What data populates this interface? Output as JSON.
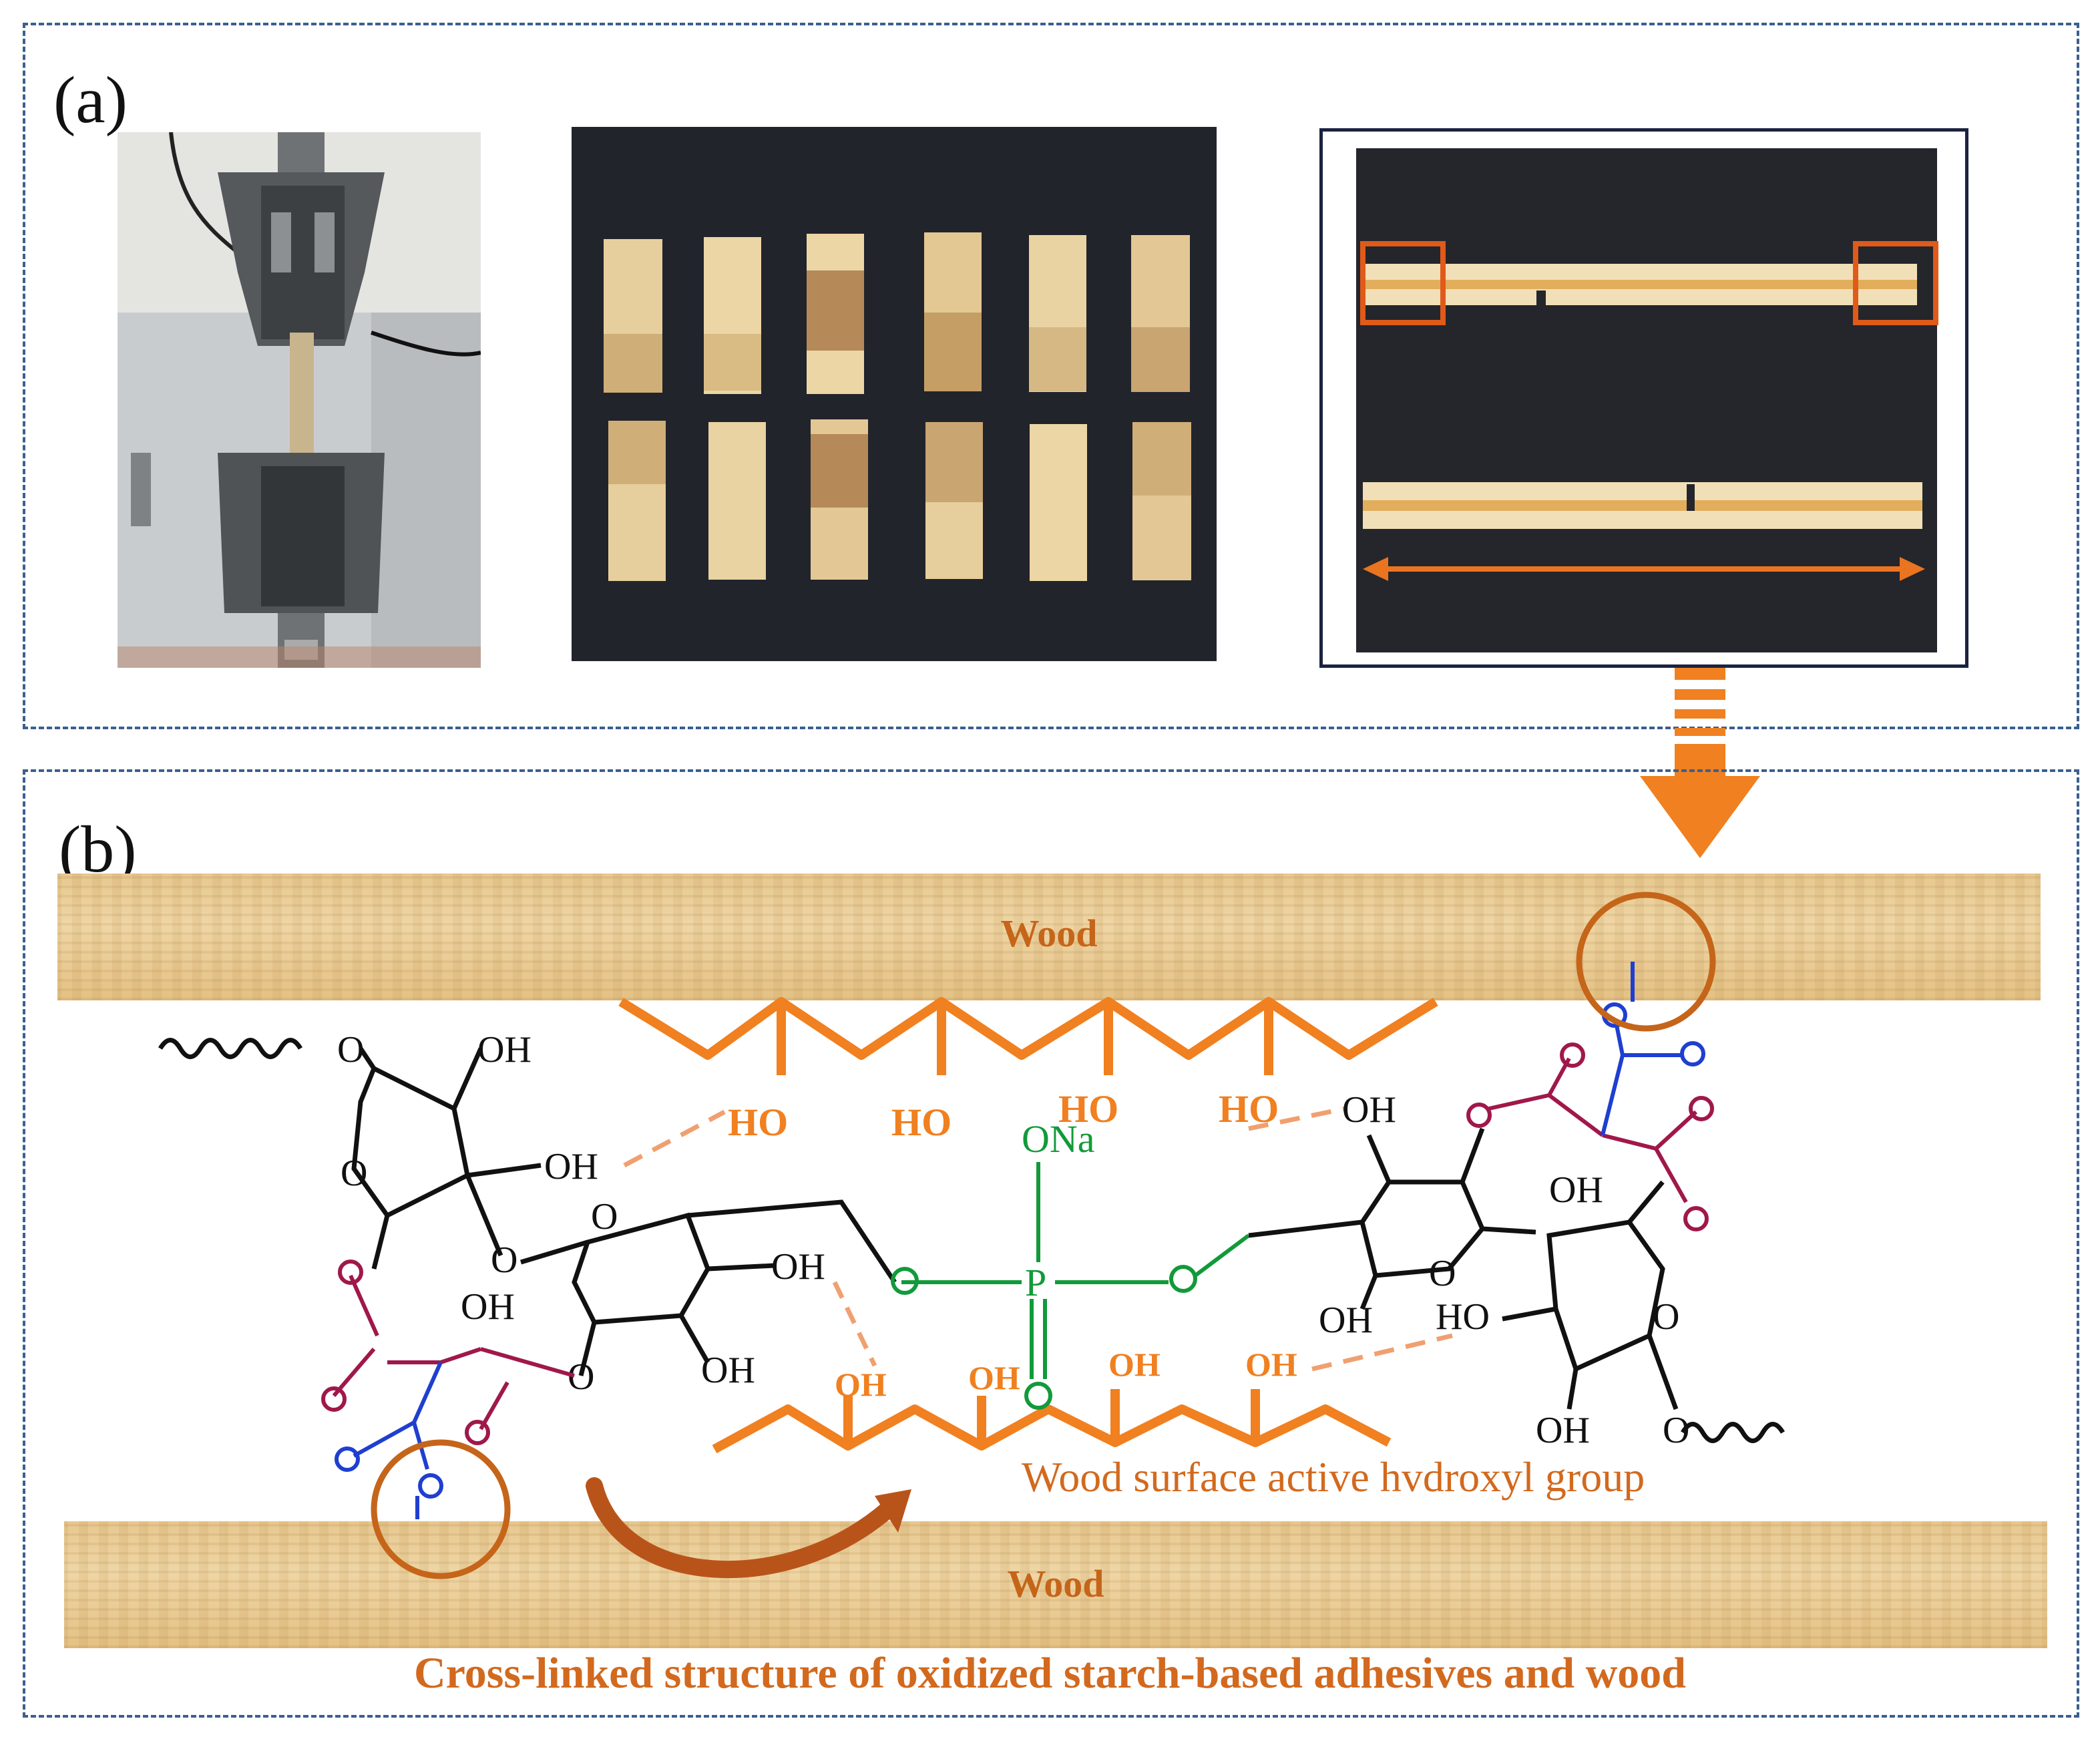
{
  "panel_a": {
    "label": "(a)",
    "photos": [
      {
        "subject": "universal-testing-machine-grips"
      },
      {
        "subject": "twelve-sheared-plywood-specimens"
      },
      {
        "subject": "three-layer-lap-shear-specimens"
      }
    ]
  },
  "panel_b": {
    "label": "(b)",
    "wood_top": "Wood",
    "wood_bottom": "Wood",
    "surface_label": "Wood surface active hvdroxyl group",
    "caption": "Cross-linked structure of oxidized starch-based adhesives and wood",
    "chem_labels": {
      "oh": "OH",
      "ho": "HO",
      "o": "O",
      "p": "P",
      "ona": "ONa"
    }
  },
  "colors": {
    "frame": "#3b5f8f",
    "orange": "#f08020",
    "dark_orange": "#c5651a",
    "green": "#129a3a",
    "blue": "#1f3fd0",
    "maroon": "#a0184a",
    "wood": "#e7c88f"
  }
}
